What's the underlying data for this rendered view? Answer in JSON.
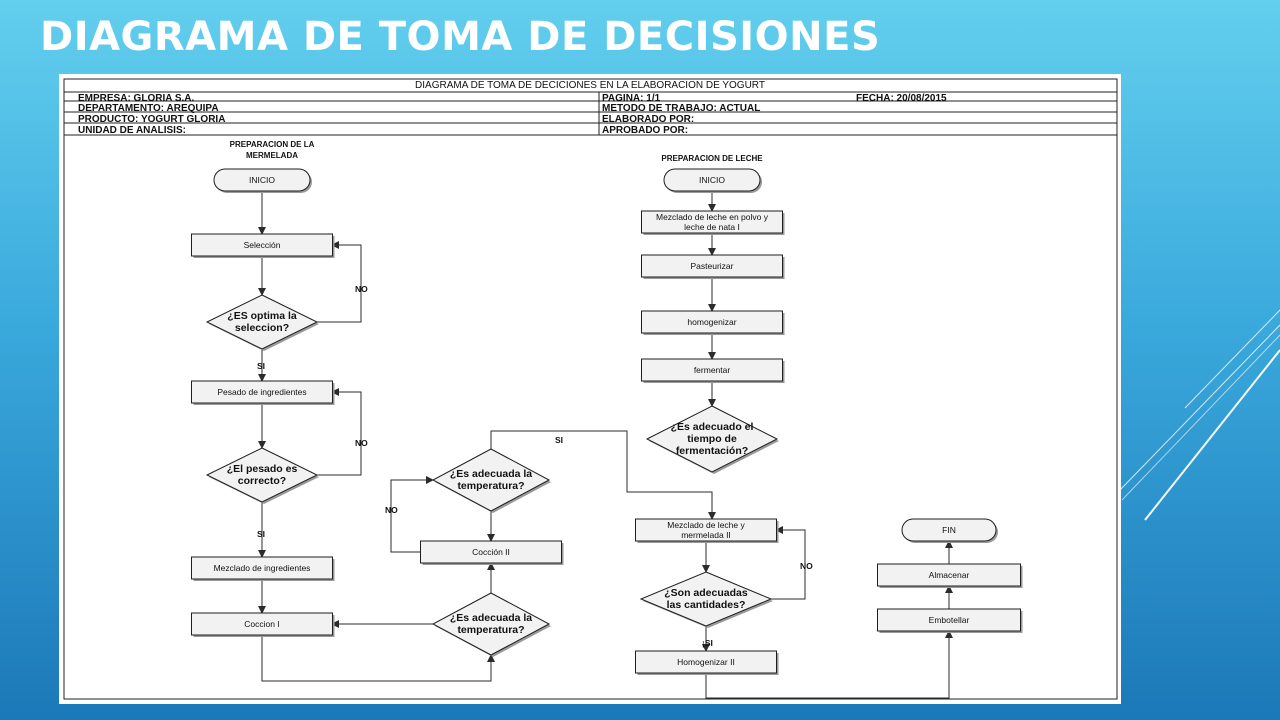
{
  "slide": {
    "title": "DIAGRAMA DE TOMA DE DECISIONES"
  },
  "sheet": {
    "title": "DIAGRAMA DE TOMA DE DECICIONES EN LA ELABORACION DE YOGURT",
    "empresa": "EMPRESA: GLORIA S.A.",
    "departamento": "DEPARTAMENTO: AREQUIPA",
    "producto": "PRODUCTO: YOGURT GLORIA",
    "unidad": "UNIDAD DE ANALISIS:",
    "pagina": "PAGINA: 1/1",
    "fecha": "FECHA: 20/08/2015",
    "metodo": "METODO DE TRABAJO: ACTUAL",
    "elaborado": "ELABORADO POR:",
    "aprobado": "APROBADO POR:"
  },
  "sections": {
    "mermelada": [
      "PREPARACION DE LA",
      "MERMELADA"
    ],
    "leche": [
      "PREPARACION DE LECHE"
    ]
  },
  "nodes": {
    "inicio1": [
      "INICIO"
    ],
    "seleccion": [
      "Selección"
    ],
    "d_seleccion": [
      "¿ES optima la",
      "seleccion?"
    ],
    "pesado": [
      "Pesado de ingredientes"
    ],
    "d_pesado": [
      "¿El pesado es",
      "correcto?"
    ],
    "mezclado_ing": [
      "Mezclado de ingredientes"
    ],
    "coccion1": [
      "Coccion I"
    ],
    "d_temp1": [
      "¿Es adecuada la",
      "temperatura?"
    ],
    "coccion2": [
      "Cocción II"
    ],
    "d_temp2": [
      "¿Es adecuada la",
      "temperatura?"
    ],
    "inicio2": [
      "INICIO"
    ],
    "mezclado_leche": [
      "Mezclado de leche en polvo y",
      "leche de nata I"
    ],
    "pasteurizar": [
      "Pasteurizar"
    ],
    "homogenizar": [
      "homogenizar"
    ],
    "fermentar": [
      "fermentar"
    ],
    "d_ferment": [
      "¿Es adecuado el",
      "tiempo de",
      "fermentación?"
    ],
    "mezclado_merm": [
      "Mezclado de leche y",
      "mermelada II"
    ],
    "d_cantidades": [
      "¿Son adecuadas",
      "las cantidades?"
    ],
    "homog2": [
      "Homogenizar II"
    ],
    "embotellar": [
      "Embotellar"
    ],
    "almacenar": [
      "Almacenar"
    ],
    "fin": [
      "FIN"
    ]
  },
  "edge_labels": {
    "no1": "NO",
    "si1": "SI",
    "no2": "NO",
    "si2": "SI",
    "no3": "NO",
    "si3": "SI",
    "no4": "NO",
    "si4": "¡SI"
  }
}
